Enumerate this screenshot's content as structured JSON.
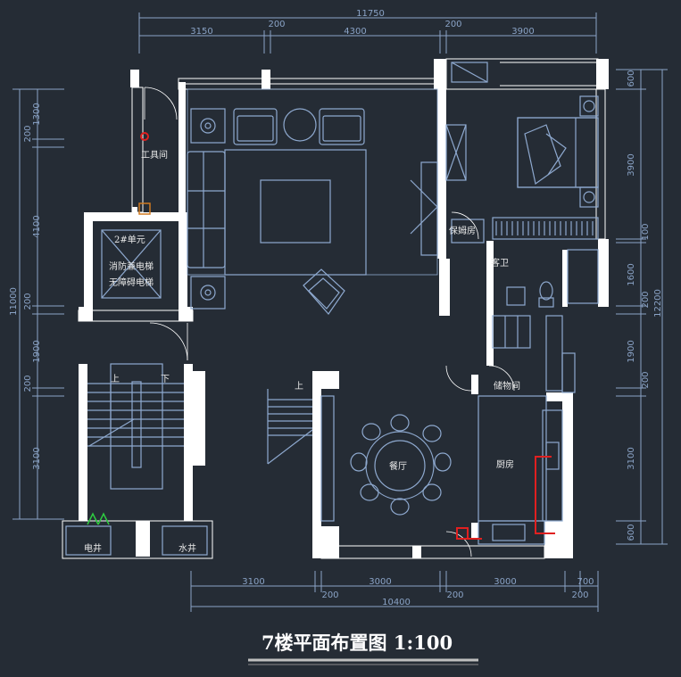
{
  "title": "7楼平面布置图  1:100",
  "top_dims": {
    "total": "11750",
    "a": "3150",
    "b": "200",
    "c": "4300",
    "d": "200",
    "e": "3900"
  },
  "bottom_dims": {
    "total": "10400",
    "a": "3100",
    "b": "200",
    "c": "3000",
    "d": "200",
    "e": "3000",
    "f": "700",
    "g": "200"
  },
  "left_dims": {
    "total": "11000",
    "a": "1300",
    "b": "200",
    "c": "4100",
    "d": "200",
    "e": "1900",
    "f": "200",
    "g": "3100"
  },
  "right_dims": {
    "total": "12200",
    "a": "600",
    "b": "3900",
    "c": "100",
    "d": "1600",
    "e": "200",
    "f": "1900",
    "g": "200",
    "h": "3100",
    "i": "600"
  },
  "rooms": {
    "tool_room": "工具间",
    "nanny_room": "保姆房",
    "guest_wc": "客卫",
    "storage": "储物间",
    "dining": "餐厅",
    "kitchen": "厨房",
    "elevator_1": "2#单元",
    "elevator_2": "消防兼电梯",
    "elevator_3": "无障碍电梯",
    "elec_shaft": "电井",
    "water_shaft": "水井",
    "stair_up_1": "上",
    "stair_down": "下",
    "stair_up_2": "上"
  },
  "colors": {
    "background": "#252c35",
    "wall": "#ffffff",
    "furniture": "#8ea9cf",
    "dimension": "#8aa3c6",
    "red_accent": "#e02020"
  }
}
